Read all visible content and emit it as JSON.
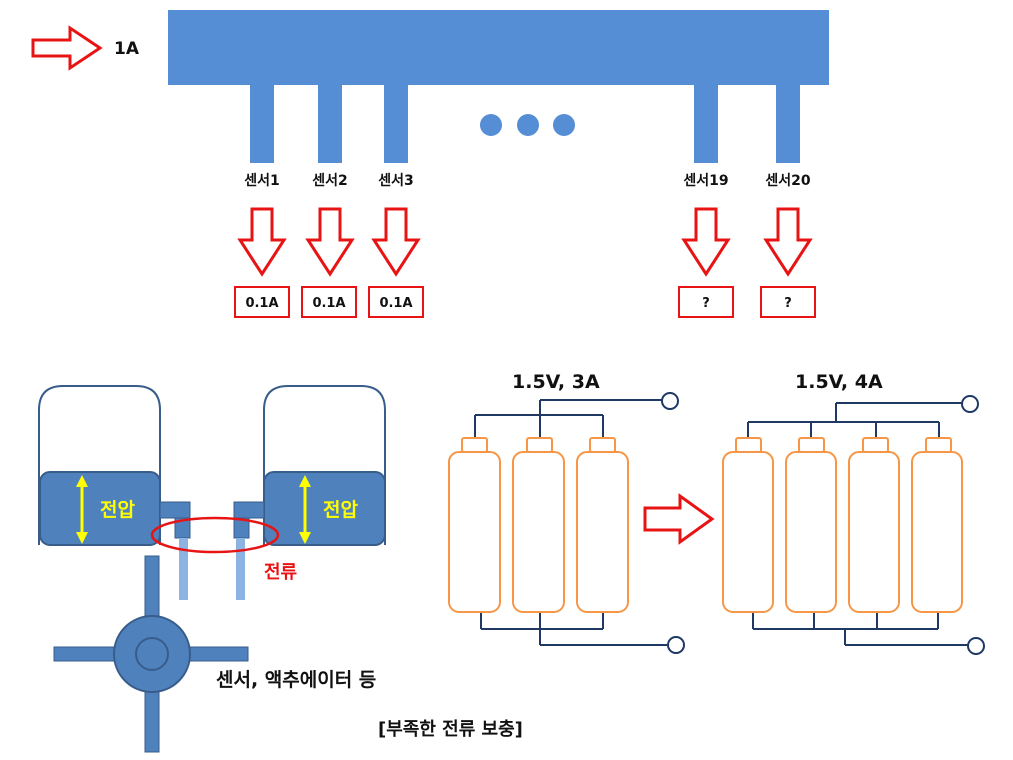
{
  "top": {
    "input_current": "1A",
    "sensors": [
      {
        "label": "센서1",
        "value": "0.1A"
      },
      {
        "label": "센서2",
        "value": "0.1A"
      },
      {
        "label": "센서3",
        "value": "0.1A"
      },
      {
        "label": "센서19",
        "value": "?"
      },
      {
        "label": "센서20",
        "value": "?"
      }
    ]
  },
  "tanks": {
    "voltage_label": "전압",
    "current_label": "전류",
    "device_label": "센서, 액추에이터 등",
    "caption": "[부족한 전류 보충]"
  },
  "batteries": {
    "left_label": "1.5V, 3A",
    "right_label": "1.5V, 4A"
  },
  "colors": {
    "bus_blue": "#558ed5",
    "tank_fill": "#4f81bd",
    "outline_blue": "#385d8a",
    "arrow_red": "#e81414",
    "arrow_yellow": "#ffff00",
    "battery_orange": "#f79646",
    "wire_navy": "#1f3864",
    "pipe_light": "#8db3e2"
  }
}
